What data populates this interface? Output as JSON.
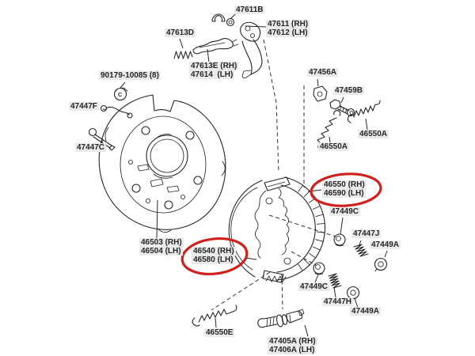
{
  "colors": {
    "background": "#ffffff",
    "ink": "#262626",
    "label_bg": "#eaeaea",
    "label_text": "#262626",
    "highlight_red": "#d0201c"
  },
  "markings": {
    "nut_stamp": "C"
  },
  "labels": {
    "p47611b": {
      "text": "47611B"
    },
    "p47611": {
      "line1": "47611 (RH)",
      "line2": "47612 (LH)"
    },
    "p47613d": {
      "text": "47613D"
    },
    "p47613e": {
      "line1": "47613E (RH)",
      "line2": "47614  (LH)"
    },
    "p90179": {
      "text": "90179-10085 (8)"
    },
    "p47447f": {
      "text": "47447F"
    },
    "p47447c": {
      "text": "47447C"
    },
    "p47456a": {
      "text": "47456A"
    },
    "p47459b": {
      "text": "47459B"
    },
    "p46550a_right": {
      "text": "46550A"
    },
    "p46550a_left": {
      "text": "46550A"
    },
    "p46550": {
      "line1": "46550 (RH)",
      "line2": "46590 (LH)",
      "highlighted": true
    },
    "p47449c_upper": {
      "text": "47449C"
    },
    "p47447j": {
      "text": "47447J"
    },
    "p47449a_upper": {
      "text": "47449A"
    },
    "p46503": {
      "line1": "46503 (RH)",
      "line2": "46504 (LH)"
    },
    "p46540": {
      "line1": "46540 (RH)",
      "line2": "46580 (LH)",
      "highlighted": true
    },
    "p47449c_lower": {
      "text": "47449C"
    },
    "p47447h": {
      "text": "47447H"
    },
    "p47449a_lower": {
      "text": "47449A"
    },
    "p46550e": {
      "text": "46550E"
    },
    "p47405a": {
      "line1": "47405A (RH)",
      "line2": "47406A (LH)"
    }
  }
}
